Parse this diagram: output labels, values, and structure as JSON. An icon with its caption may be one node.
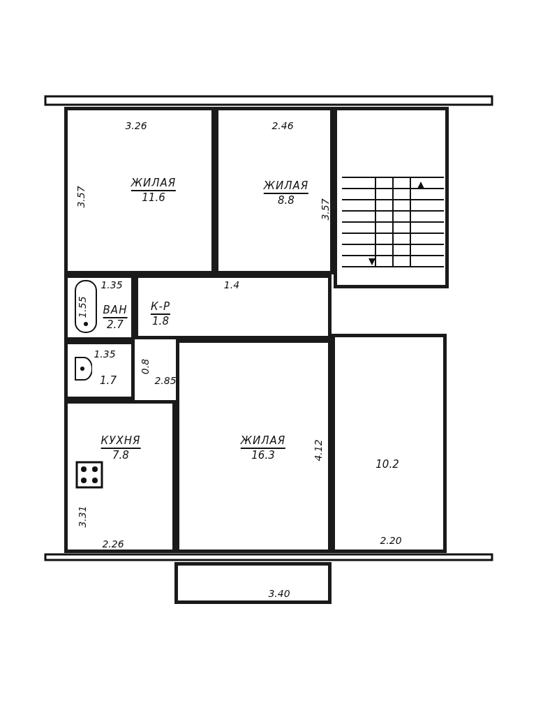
{
  "diagram": {
    "nodes": [
      {
        "text": [
          "ЖИЛАЯ",
          "11.6"
        ]
      },
      {
        "text": [
          "ЖИЛАЯ",
          "8.8"
        ]
      },
      {
        "text": [],
        "shape": "box"
      },
      {
        "text": [
          "ВАН",
          "2.7"
        ]
      },
      {
        "text": [
          "К-Р",
          "1.8"
        ]
      },
      {
        "text": [
          "1.7"
        ]
      },
      {
        "text": [
          "КУХНЯ",
          "7.8"
        ]
      },
      {
        "text": [
          "ЖИЛАЯ",
          "16.3"
        ]
      },
      {
        "text": [
          "10.2"
        ]
      },
      {
        "text": [],
        "shape": "box"
      }
    ],
    "edges": [],
    "labels": [
      "3.26",
      "2.46",
      "3.57",
      "3.57",
      "1.4",
      "1.35",
      "1.55",
      "1.35",
      "0.8",
      "2.85",
      "4.12",
      "3.31",
      "2.26",
      "2.20",
      "3.40"
    ]
  }
}
